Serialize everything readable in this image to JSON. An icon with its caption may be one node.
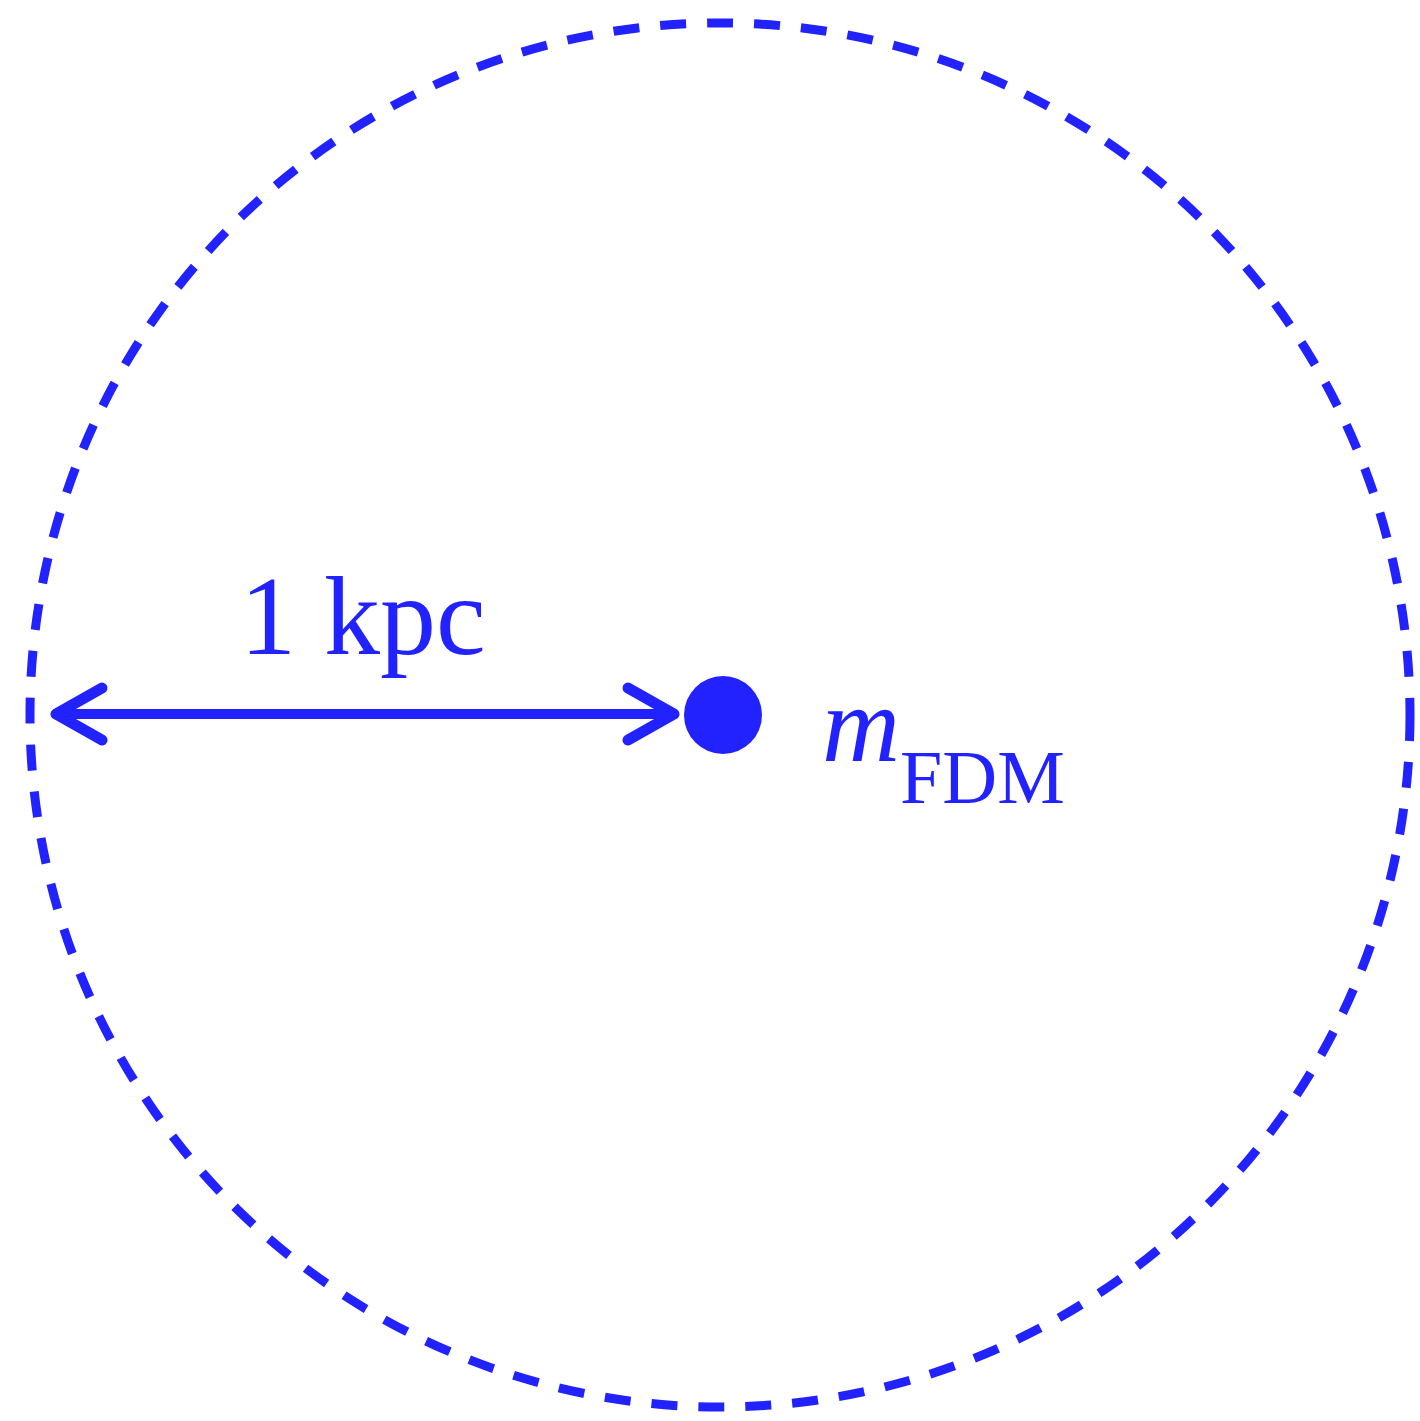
{
  "diagram": {
    "nodes": [
      {
        "text": [],
        "shape": "circle"
      },
      {
        "text": [],
        "shape": "circle",
        "in": 0,
        "beside": [
          "*m*$_{FDM}$"
        ]
      }
    ],
    "labels": [
      "1 kpc"
    ]
  }
}
